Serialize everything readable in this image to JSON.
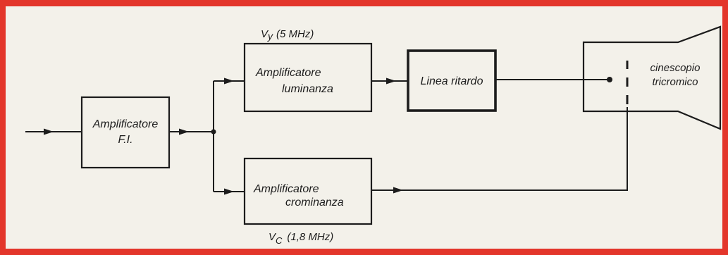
{
  "diagram": {
    "if_amp": {
      "line1": "Amplificatore",
      "line2": "F.I."
    },
    "luma_amp": {
      "line1": "Amplificatore",
      "line2": "luminanza"
    },
    "luma_signal": {
      "symbol": "V",
      "subscript": "y",
      "value": "(5 MHz)"
    },
    "delay_line": {
      "label": "Linea ritardo"
    },
    "chroma_amp": {
      "line1": "Amplificatore",
      "line2": "crominanza"
    },
    "chroma_signal": {
      "symbol": "V",
      "subscript": "C",
      "value": "(1,8 MHz)"
    },
    "crt": {
      "line1": "cinescopio",
      "line2": "tricromico"
    }
  },
  "colors": {
    "frame": "#e3362b",
    "paper": "#f3f1ea",
    "ink": "#1c1c1c"
  }
}
